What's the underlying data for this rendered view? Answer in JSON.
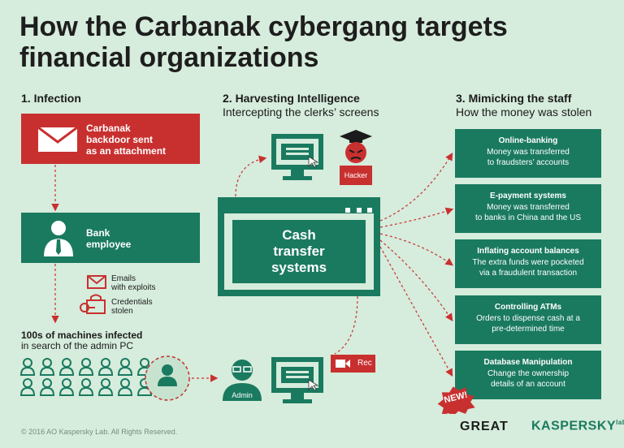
{
  "title_line1": "How the Carbanak cybergang targets",
  "title_line2": "financial organizations",
  "sections": {
    "s1": "1. Infection",
    "s2": "2. Harvesting Intelligence",
    "s2_sub": "Intercepting the clerks’ screens",
    "s3": "3. Mimicking the staff",
    "s3_sub": "How the money was stolen"
  },
  "infection": {
    "backdoor_line1": "Carbanak",
    "backdoor_line2": "backdoor sent",
    "backdoor_line3": "as an attachment",
    "employee_line1": "Bank",
    "employee_line2": "employee",
    "emails_line1": "Emails",
    "emails_line2": "with exploits",
    "creds_line1": "Credentials",
    "creds_line2": "stolen",
    "machines_line1": "100s of machines infected",
    "machines_line2": "in search of the admin PC"
  },
  "harvest": {
    "hacker_label": "Hacker",
    "cash_line1": "Cash",
    "cash_line2": "transfer",
    "cash_line3": "systems",
    "admin_label": "Admin",
    "rec_label": "Rec"
  },
  "methods": [
    {
      "title": "Online-banking",
      "line1": "Money was transferred",
      "line2": "to fraudsters’ accounts",
      "line3": ""
    },
    {
      "title": "E-payment systems",
      "line1": "Money was transferred",
      "line2": "to banks in China and the US",
      "line3": ""
    },
    {
      "title": "Inflating account balances",
      "line1": "The extra funds were pocketed",
      "line2": "via a fraudulent transaction",
      "line3": ""
    },
    {
      "title": "Controlling ATMs",
      "line1": "Orders to dispense cash at a",
      "line2": "pre-determined time",
      "line3": ""
    },
    {
      "title": "Database Manipulation",
      "line1": "Change the ownership",
      "line2": "details of an account",
      "line3": ""
    }
  ],
  "new_badge": "NEW!",
  "footer": "© 2016 AO Kaspersky Lab. All Rights Reserved.",
  "logo_great": "GREAT",
  "logo_kaspersky": "KASPERSKY",
  "logo_lab": "lab",
  "colors": {
    "red": "#c8302f",
    "green": "#1a7a60",
    "background": "#d6ecdc"
  }
}
